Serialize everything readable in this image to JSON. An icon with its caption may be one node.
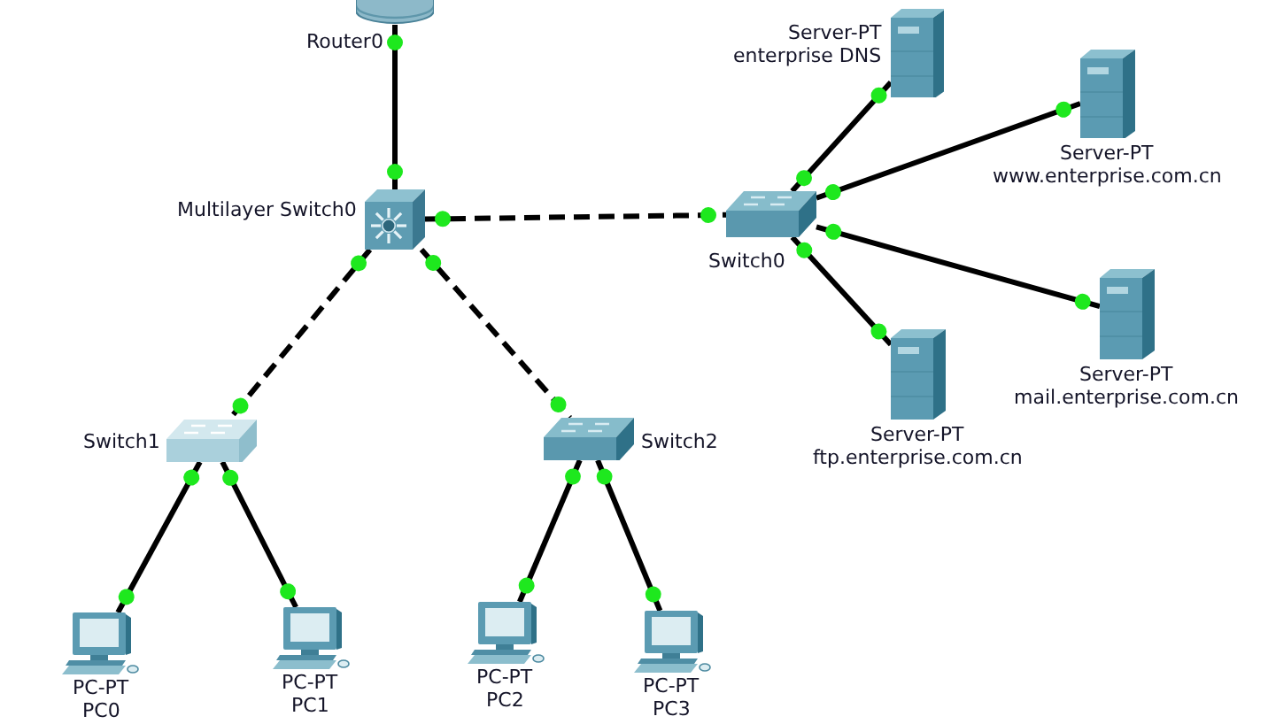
{
  "diagram": {
    "nodes": [
      {
        "text": [],
        "shape": "router",
        "beside": [
          "Router0"
        ]
      },
      {
        "text": [],
        "shape": "server",
        "beside": [
          "Server-PT",
          "enterprise DNS"
        ]
      },
      {
        "text": [],
        "shape": "server",
        "beside": [
          "Server-PT",
          "www.enterprise.com.cn"
        ]
      },
      {
        "text": [],
        "shape": "cube",
        "beside": [
          "Multilayer Switch0"
        ]
      },
      {
        "text": [],
        "shape": "switch",
        "beside": [
          "Switch0"
        ]
      },
      {
        "text": [],
        "shape": "server",
        "beside": [
          "Server-PT",
          "mail.enterprise.com.cn"
        ]
      },
      {
        "text": [],
        "shape": "server",
        "beside": [
          "Server-PT",
          "ftp.enterprise.com.cn"
        ]
      },
      {
        "text": [],
        "shape": "switch",
        "beside": [
          "Switch1"
        ]
      },
      {
        "text": [],
        "shape": "switch",
        "beside": [
          "Switch2"
        ]
      },
      {
        "text": [],
        "shape": "computer",
        "beside": [
          "PC-PT",
          "PC0"
        ]
      },
      {
        "text": [],
        "shape": "computer",
        "beside": [
          "PC-PT",
          "PC1"
        ]
      },
      {
        "text": [],
        "shape": "computer",
        "beside": [
          "PC-PT",
          "PC2"
        ]
      },
      {
        "text": [],
        "shape": "computer",
        "beside": [
          "PC-PT",
          "PC3"
        ]
      }
    ],
    "edges": [
      {
        "from": 0,
        "to": 3,
        "arrow": "other"
      },
      {
        "from": 3,
        "to": 4,
        "arrow": "other",
        "style": "dashed"
      },
      {
        "from": 3,
        "to": 7,
        "arrow": "other",
        "style": "dashed"
      },
      {
        "from": 3,
        "to": 8,
        "arrow": "other",
        "style": "dashed"
      },
      {
        "from": 4,
        "to": 1,
        "arrow": "other"
      },
      {
        "from": 4,
        "to": 2,
        "arrow": "other"
      },
      {
        "from": 4,
        "to": 5,
        "arrow": "other"
      },
      {
        "from": 4,
        "to": 6,
        "arrow": "other"
      },
      {
        "from": 7,
        "to": 9,
        "arrow": "other"
      },
      {
        "from": 7,
        "to": 10,
        "arrow": "other"
      },
      {
        "from": 8,
        "to": 11,
        "arrow": "other"
      },
      {
        "from": 8,
        "to": 12,
        "arrow": "other"
      }
    ]
  }
}
